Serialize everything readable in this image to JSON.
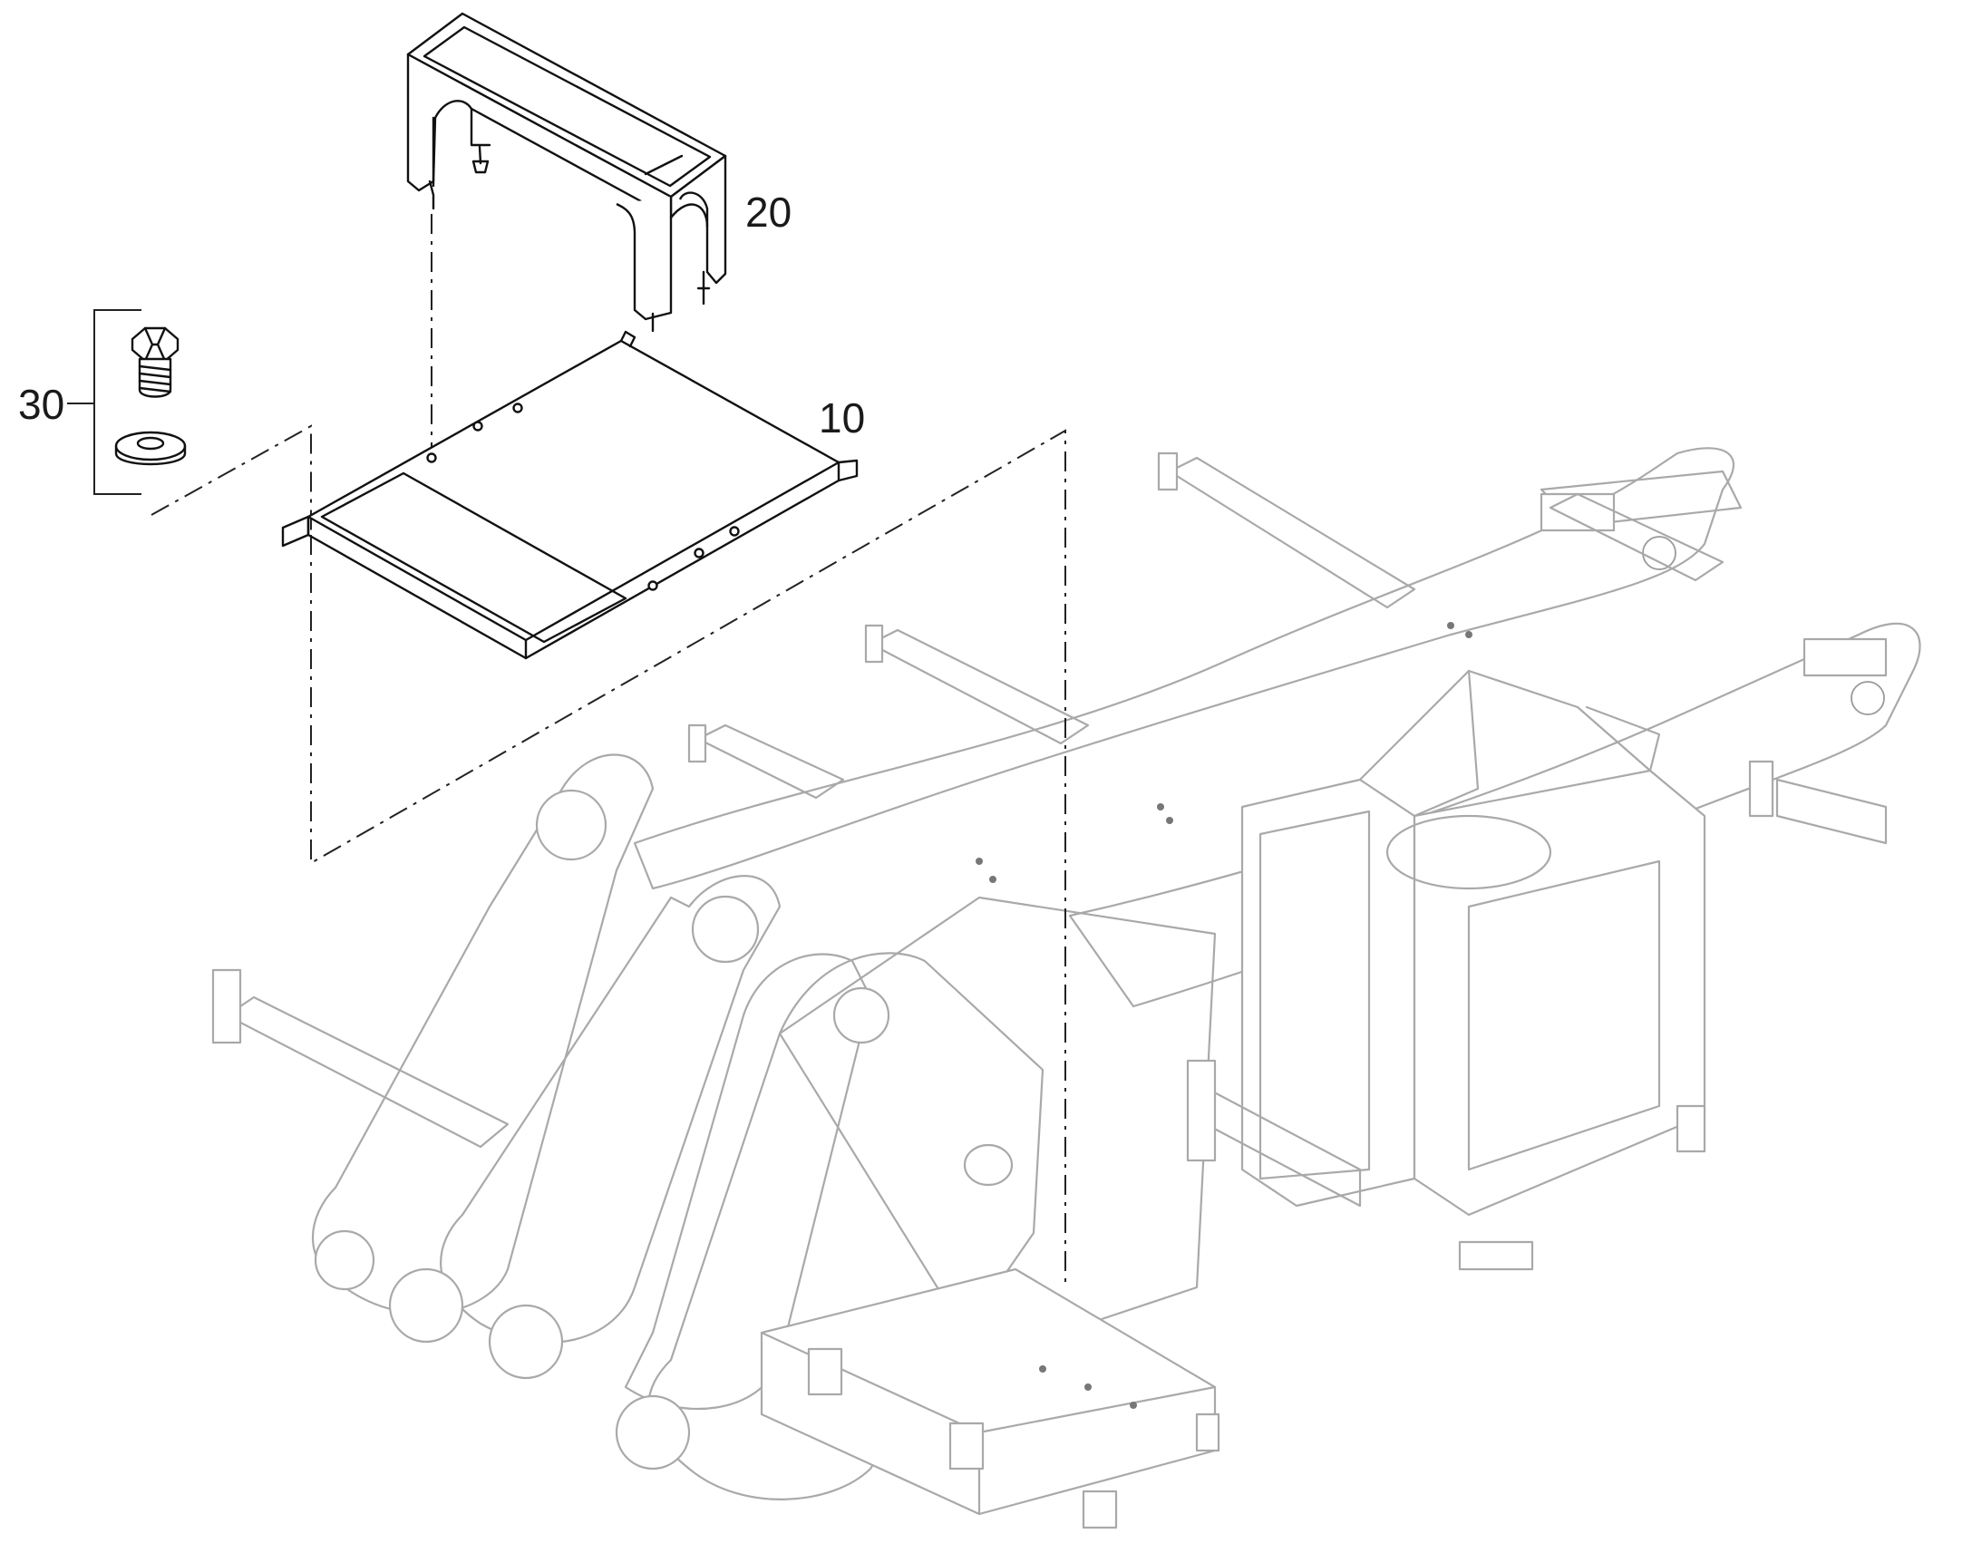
{
  "callouts": {
    "plate": "10",
    "cover": "20",
    "fastener_set": "30"
  },
  "colors": {
    "line": "#111111",
    "ghost_line": "#a9a9a9",
    "background": "#ffffff"
  }
}
